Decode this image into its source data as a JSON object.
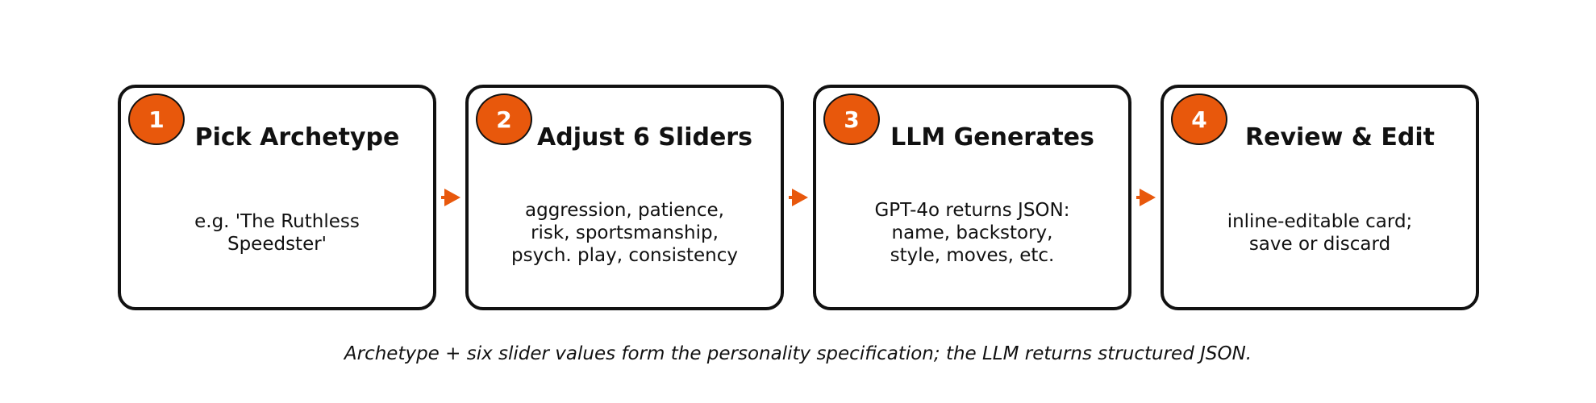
{
  "steps": [
    {
      "number": "1",
      "title": "Pick Archetype",
      "description": "e.g. 'The Ruthless\nSpeedster'"
    },
    {
      "number": "2",
      "title": "Adjust 6 Sliders",
      "description": "aggression, patience,\nrisk, sportsmanship,\npsych. play, consistency"
    },
    {
      "number": "3",
      "title": "LLM Generates",
      "description": "GPT-4o returns JSON:\nname, backstory,\nstyle, moves, etc."
    },
    {
      "number": "4",
      "title": "Review & Edit",
      "description": "inline-editable card;\nsave or discard"
    }
  ],
  "caption": "Archetype + six slider values form the personality specification; the LLM returns structured JSON.",
  "colors": {
    "accent": "#e8580c",
    "outline": "#111111"
  },
  "icons": {
    "flow_arrow": "arrow-right-icon"
  }
}
